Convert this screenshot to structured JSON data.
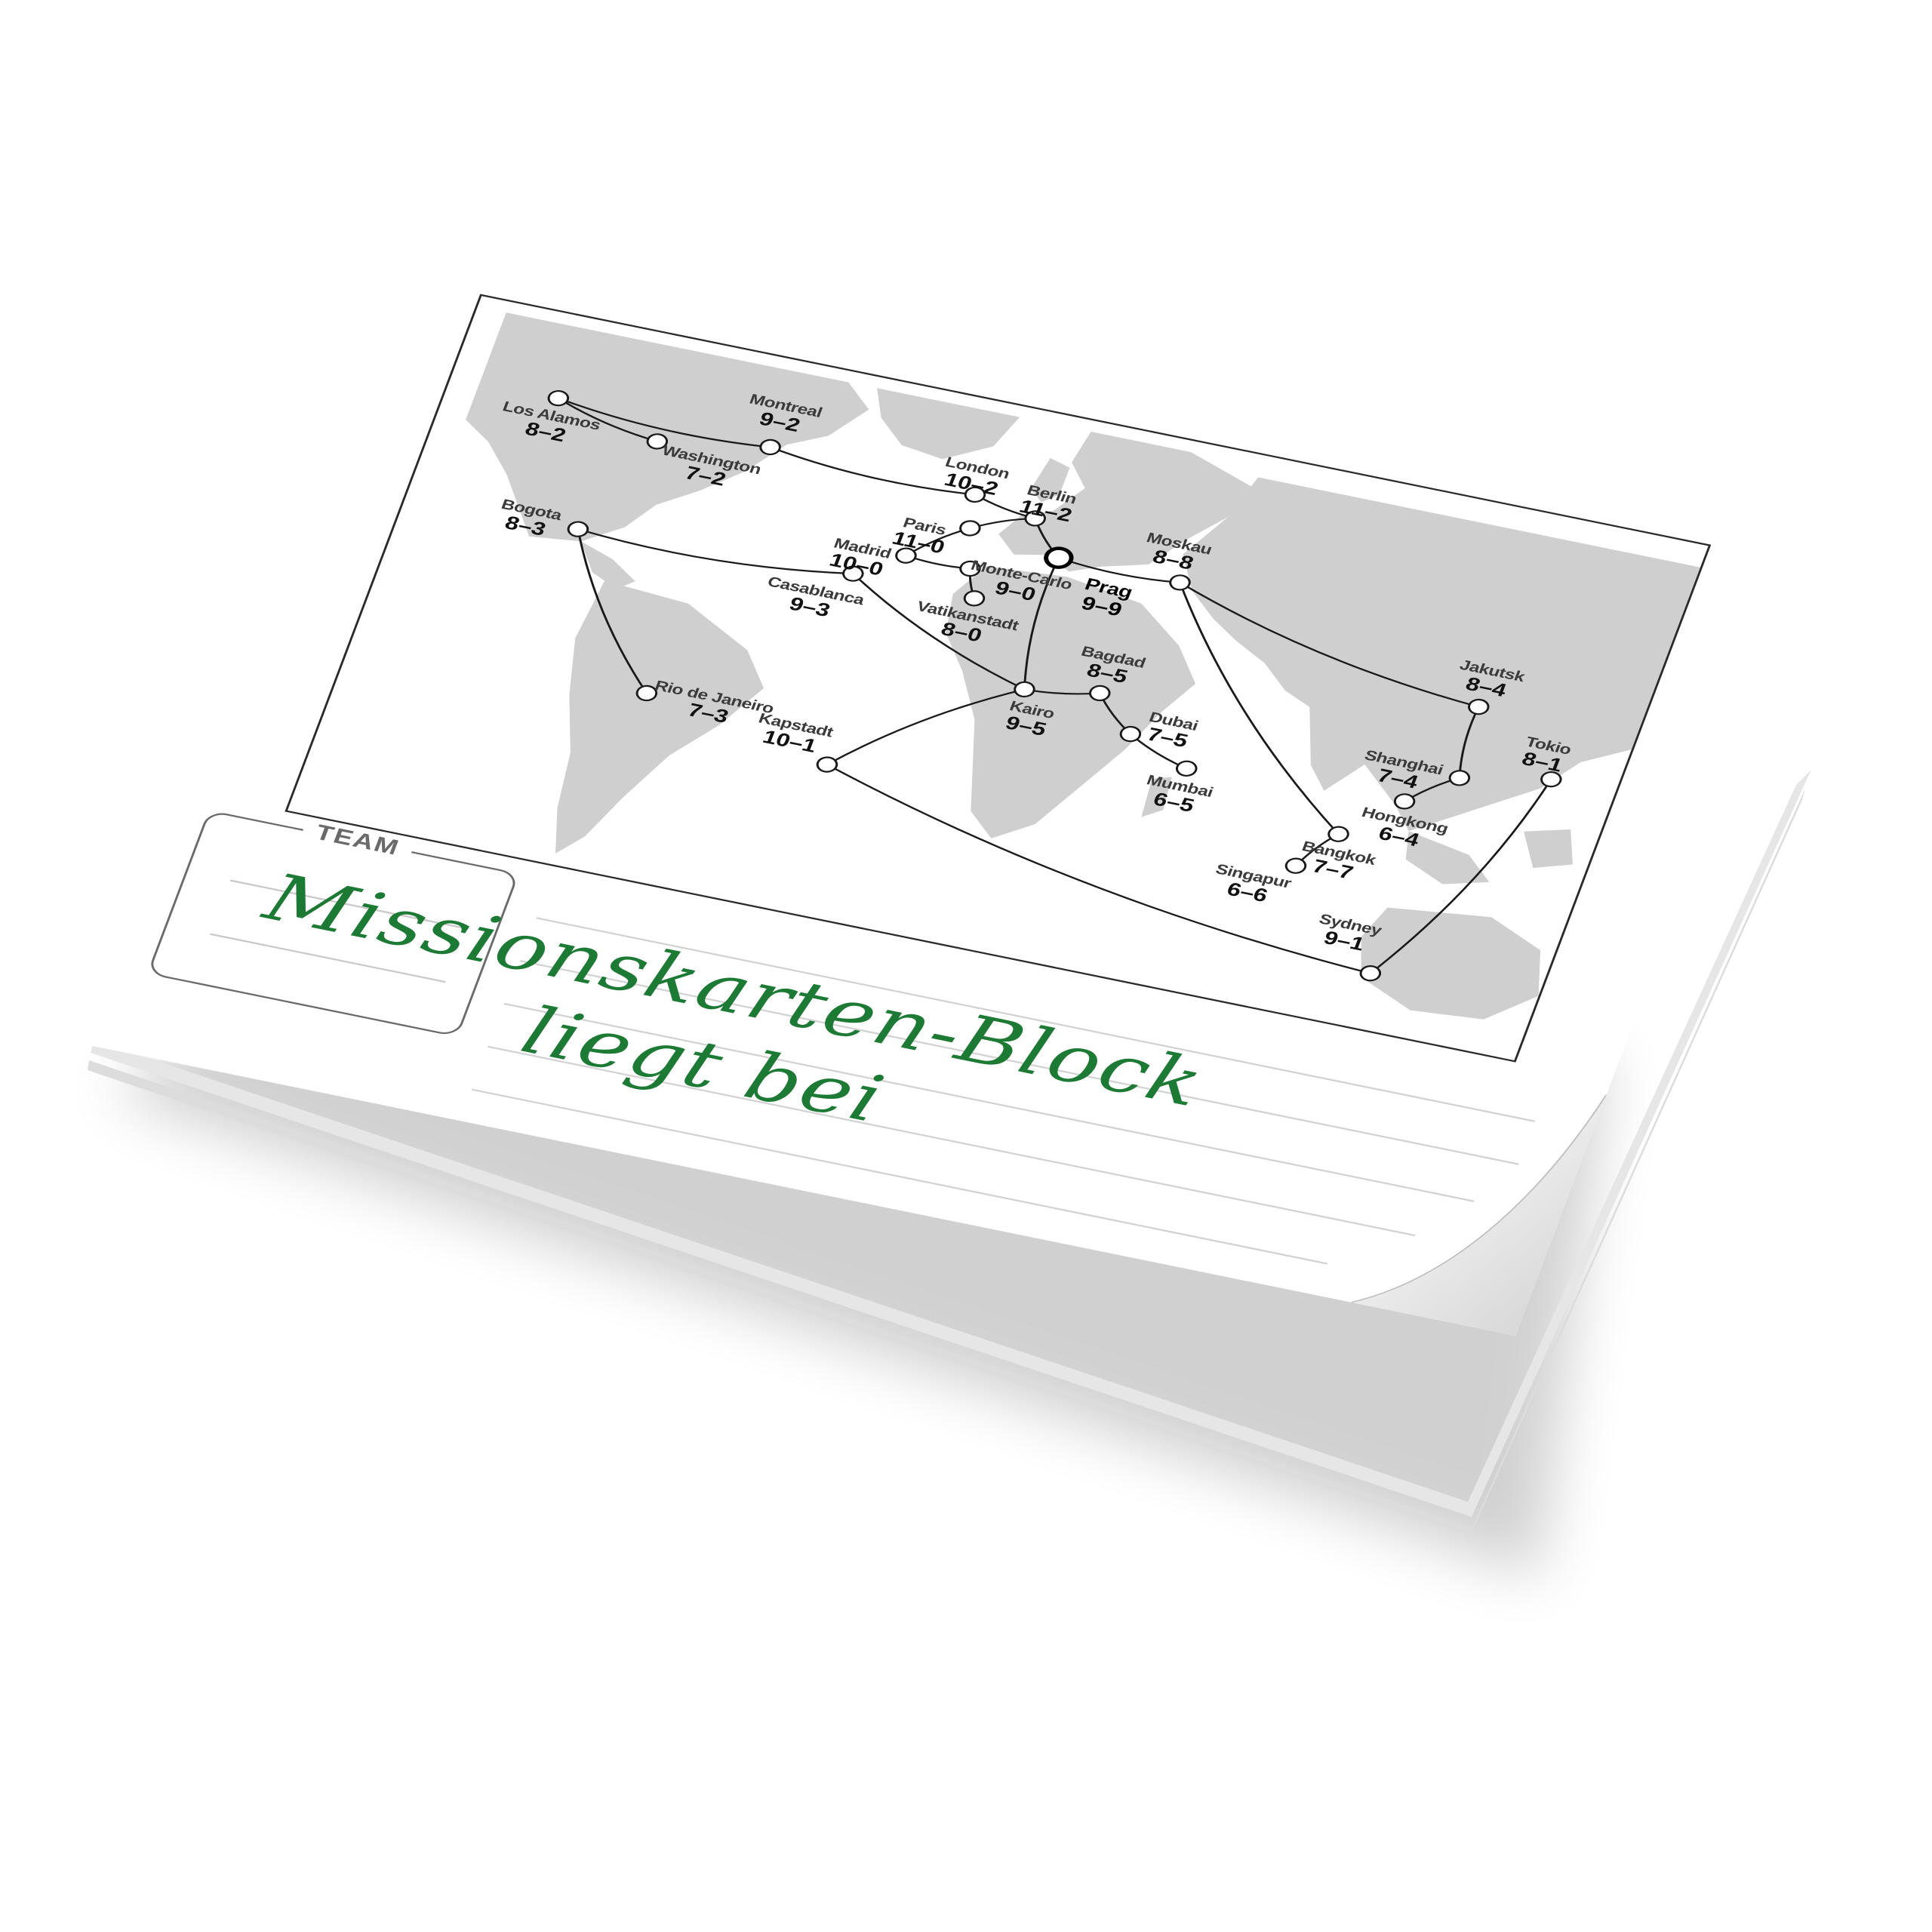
{
  "team": {
    "label": "TEAM"
  },
  "note": {
    "line1": "Missionskarten-Block",
    "line2": "liegt bei"
  },
  "colors": {
    "handwriting": "#1d7a34",
    "land": "#cfcfcf",
    "route": "#1a1a1a",
    "node_fill": "#ffffff"
  },
  "map": {
    "cities": [
      {
        "id": "montreal",
        "name": "Montreal",
        "score": "9–2"
      },
      {
        "id": "los-alamos",
        "name": "Los Alamos",
        "score": "8–2"
      },
      {
        "id": "washington",
        "name": "Washington",
        "score": "7–2"
      },
      {
        "id": "london",
        "name": "London",
        "score": "10–2"
      },
      {
        "id": "berlin",
        "name": "Berlin",
        "score": "11–2"
      },
      {
        "id": "paris",
        "name": "Paris",
        "score": "11–0"
      },
      {
        "id": "prag",
        "name": "Prag",
        "score": "9–9",
        "start": true
      },
      {
        "id": "moskau",
        "name": "Moskau",
        "score": "8–8"
      },
      {
        "id": "madrid",
        "name": "Madrid",
        "score": "10–0"
      },
      {
        "id": "monte-carlo",
        "name": "Monte-Carlo",
        "score": "9–0"
      },
      {
        "id": "vatikanstadt",
        "name": "Vatikanstadt",
        "score": "8–0"
      },
      {
        "id": "jakutsk",
        "name": "Jakutsk",
        "score": "8–4"
      },
      {
        "id": "bogota",
        "name": "Bogota",
        "score": "8–3"
      },
      {
        "id": "casablanca",
        "name": "Casablanca",
        "score": "9–3"
      },
      {
        "id": "bagdad",
        "name": "Bagdad",
        "score": "8–5"
      },
      {
        "id": "tokio",
        "name": "Tokio",
        "score": "8–1"
      },
      {
        "id": "shanghai",
        "name": "Shanghai",
        "score": "7–4"
      },
      {
        "id": "dubai",
        "name": "Dubai",
        "score": "7–5"
      },
      {
        "id": "kairo",
        "name": "Kairo",
        "score": "9–5"
      },
      {
        "id": "hongkong",
        "name": "Hongkong",
        "score": "6–4"
      },
      {
        "id": "mumbai",
        "name": "Mumbai",
        "score": "6–5"
      },
      {
        "id": "rio",
        "name": "Rio de Janeiro",
        "score": "7–3"
      },
      {
        "id": "bangkok",
        "name": "Bangkok",
        "score": "7–7"
      },
      {
        "id": "kapstadt",
        "name": "Kapstadt",
        "score": "10–1"
      },
      {
        "id": "singapur",
        "name": "Singapur",
        "score": "6–6"
      },
      {
        "id": "sydney",
        "name": "Sydney",
        "score": "9–1"
      }
    ],
    "routes": [
      [
        "los-alamos",
        "montreal"
      ],
      [
        "los-alamos",
        "washington"
      ],
      [
        "montreal",
        "london"
      ],
      [
        "london",
        "berlin"
      ],
      [
        "berlin",
        "paris"
      ],
      [
        "berlin",
        "prag"
      ],
      [
        "paris",
        "madrid"
      ],
      [
        "madrid",
        "monte-carlo"
      ],
      [
        "monte-carlo",
        "vatikanstadt"
      ],
      [
        "prag",
        "moskau"
      ],
      [
        "prag",
        "kairo"
      ],
      [
        "moskau",
        "jakutsk"
      ],
      [
        "moskau",
        "bangkok"
      ],
      [
        "jakutsk",
        "shanghai"
      ],
      [
        "shanghai",
        "hongkong"
      ],
      [
        "bogota",
        "casablanca"
      ],
      [
        "casablanca",
        "kairo"
      ],
      [
        "bogota",
        "rio"
      ],
      [
        "kairo",
        "bagdad"
      ],
      [
        "kairo",
        "kapstadt"
      ],
      [
        "bagdad",
        "dubai"
      ],
      [
        "dubai",
        "mumbai"
      ],
      [
        "bangkok",
        "singapur"
      ],
      [
        "kapstadt",
        "sydney"
      ],
      [
        "sydney",
        "tokio"
      ]
    ]
  }
}
